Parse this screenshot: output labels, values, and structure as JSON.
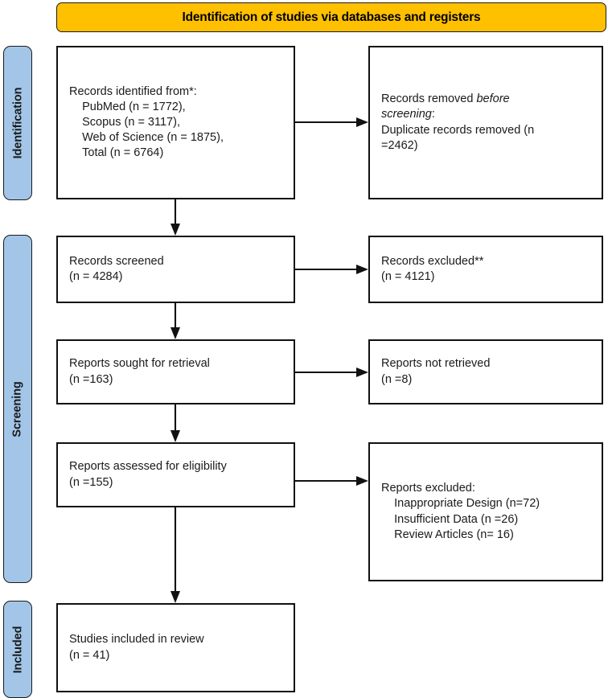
{
  "diagram": {
    "type": "prisma-flow-diagram",
    "title": "Identification of studies via databases and registers"
  },
  "stage_banner": {
    "label": "Identification of studies via databases and registers",
    "color": "#ffc000"
  },
  "side_labels": {
    "color": "#a3c6e8",
    "items": [
      {
        "name": "identification",
        "label": "Identification"
      },
      {
        "name": "screening",
        "label": "Screening"
      },
      {
        "name": "included",
        "label": "Included"
      }
    ]
  },
  "boxes": {
    "identified": {
      "name": "records-identified",
      "text": "Records identified from*:\n    PubMed (n = 1772),\n    Scopus (n = 3117),\n    Web of Science (n = 1875),\n    Total (n = 6764)",
      "counts": {
        "PubMed": 1772,
        "Scopus": 3117,
        "Web of Science": 1875,
        "Total": 6764
      }
    },
    "removed": {
      "name": "records-removed-before-screening",
      "line1_pre": "Records removed ",
      "line1_ital": "before",
      "line2_ital": "screening",
      "line2_post": ":",
      "line3": "Duplicate records removed (n\n=2462)",
      "counts": {
        "Duplicate records removed": 2462
      }
    },
    "screened": {
      "name": "records-screened",
      "text": "Records screened\n(n = 4284)",
      "counts": {
        "n": 4284
      }
    },
    "excluded": {
      "name": "records-excluded",
      "text": "Records excluded**\n(n = 4121)",
      "counts": {
        "n": 4121
      }
    },
    "sought": {
      "name": "reports-sought-for-retrieval",
      "text": "Reports sought for retrieval\n(n =163)",
      "counts": {
        "n": 163
      }
    },
    "not_retrieved": {
      "name": "reports-not-retrieved",
      "text": "Reports not retrieved\n(n =8)",
      "counts": {
        "n": 8
      }
    },
    "assessed": {
      "name": "reports-assessed-for-eligibility",
      "text": "Reports assessed for eligibility\n(n =155)",
      "counts": {
        "n": 155
      }
    },
    "reports_excluded": {
      "name": "reports-excluded-with-reasons",
      "text": "Reports excluded:\n    Inappropriate Design (n=72)\n    Insufficient Data (n =26)\n    Review Articles (n= 16)",
      "counts": {
        "Inappropriate Design": 72,
        "Insufficient Data": 26,
        "Review Articles": 16
      }
    },
    "included": {
      "name": "studies-included-in-review",
      "text": "Studies included in review\n(n = 41)",
      "counts": {
        "n": 41
      }
    }
  }
}
